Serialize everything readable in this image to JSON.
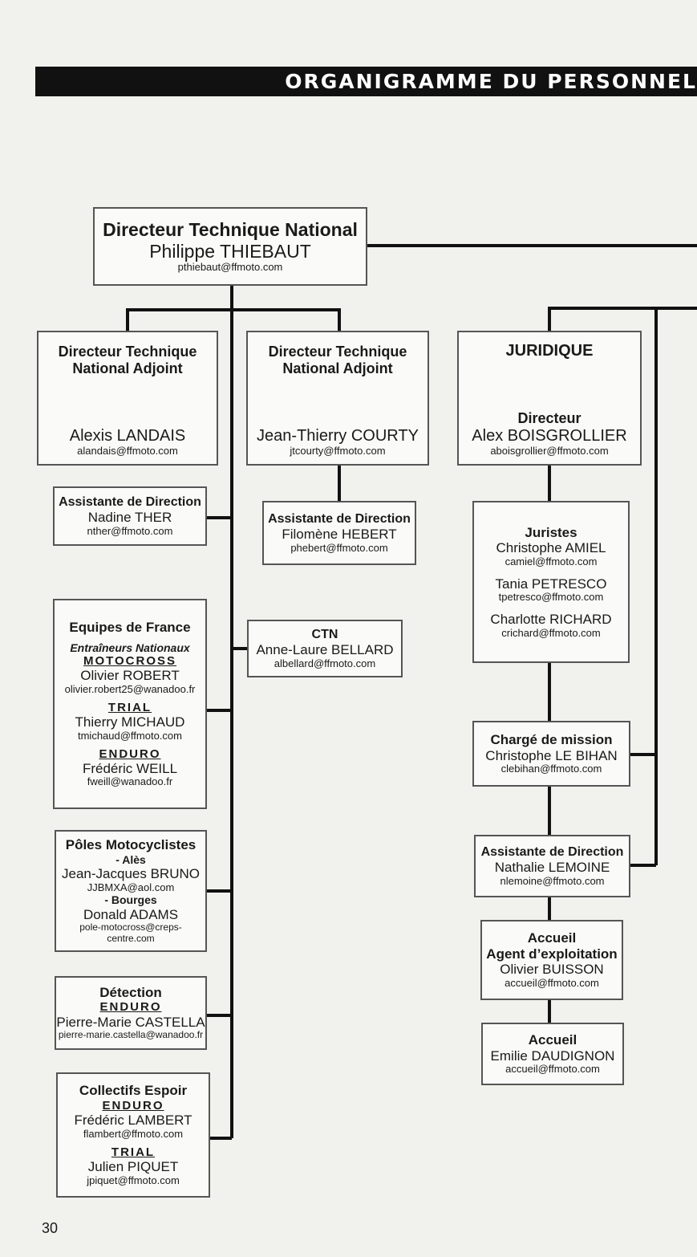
{
  "page": {
    "title": "ORGANIGRAMME DU PERSONNEL",
    "page_number": "30"
  },
  "dtn": {
    "title": "Directeur Technique National",
    "name": "Philippe THIEBAUT",
    "email": "pthiebaut@ffmoto.com"
  },
  "adjoint1": {
    "title_line1": "Directeur Technique",
    "title_line2": "National Adjoint",
    "name": "Alexis LANDAIS",
    "email": "alandais@ffmoto.com"
  },
  "adjoint2": {
    "title_line1": "Directeur Technique",
    "title_line2": "National Adjoint",
    "name": "Jean-Thierry COURTY",
    "email": "jtcourty@ffmoto.com"
  },
  "juridique": {
    "title": "JURIDIQUE",
    "role": "Directeur",
    "name": "Alex BOISGROLLIER",
    "email": "aboisgrollier@ffmoto.com"
  },
  "assistante1": {
    "title": "Assistante de Direction",
    "name": "Nadine THER",
    "email": "nther@ffmoto.com"
  },
  "assistante2": {
    "title": "Assistante de Direction",
    "name": "Filomène HEBERT",
    "email": "phebert@ffmoto.com"
  },
  "juristes": {
    "title": "Juristes",
    "people": [
      {
        "name": "Christophe AMIEL",
        "email": "camiel@ffmoto.com"
      },
      {
        "name": "Tania PETRESCO",
        "email": "tpetresco@ffmoto.com"
      },
      {
        "name": "Charlotte RICHARD",
        "email": "crichard@ffmoto.com"
      }
    ]
  },
  "equipes": {
    "title": "Equipes de France",
    "subtitle": "Entraîneurs Nationaux",
    "sections": [
      {
        "label": "MOTOCROSS",
        "name": "Olivier ROBERT",
        "email": "olivier.robert25@wanadoo.fr"
      },
      {
        "label": "TRIAL",
        "name": "Thierry MICHAUD",
        "email": "tmichaud@ffmoto.com"
      },
      {
        "label": "ENDURO",
        "name": "Frédéric WEILL",
        "email": "fweill@wanadoo.fr"
      }
    ]
  },
  "ctn": {
    "title": "CTN",
    "name": "Anne-Laure BELLARD",
    "email": "albellard@ffmoto.com"
  },
  "charge": {
    "title": "Chargé de mission",
    "name": "Christophe LE BIHAN",
    "email": "clebihan@ffmoto.com"
  },
  "poles": {
    "title": "Pôles Motocyclistes",
    "site1": "- Alès",
    "name1": "Jean-Jacques BRUNO",
    "email1": "JJBMXA@aol.com",
    "site2": "- Bourges",
    "name2": "Donald ADAMS",
    "email2": "pole-motocross@creps-centre.com"
  },
  "assistante3": {
    "title": "Assistante de Direction",
    "name": "Nathalie LEMOINE",
    "email": "nlemoine@ffmoto.com"
  },
  "accueil1": {
    "title1": "Accueil",
    "title2": "Agent d’exploitation",
    "name": "Olivier BUISSON",
    "email": "accueil@ffmoto.com"
  },
  "detection": {
    "title": "Détection",
    "section": "ENDURO",
    "name": "Pierre-Marie CASTELLA",
    "email": "pierre-marie.castella@wanadoo.fr"
  },
  "accueil2": {
    "title": "Accueil",
    "name": "Emilie DAUDIGNON",
    "email": "accueil@ffmoto.com"
  },
  "collectifs": {
    "title": "Collectifs Espoir",
    "sections": [
      {
        "label": "ENDURO",
        "name": "Frédéric LAMBERT",
        "email": "flambert@ffmoto.com"
      },
      {
        "label": "TRIAL",
        "name": "Julien PIQUET",
        "email": "jpiquet@ffmoto.com"
      }
    ]
  },
  "colors": {
    "line": "#111111",
    "box_border": "#555555",
    "banner": "#111111"
  }
}
